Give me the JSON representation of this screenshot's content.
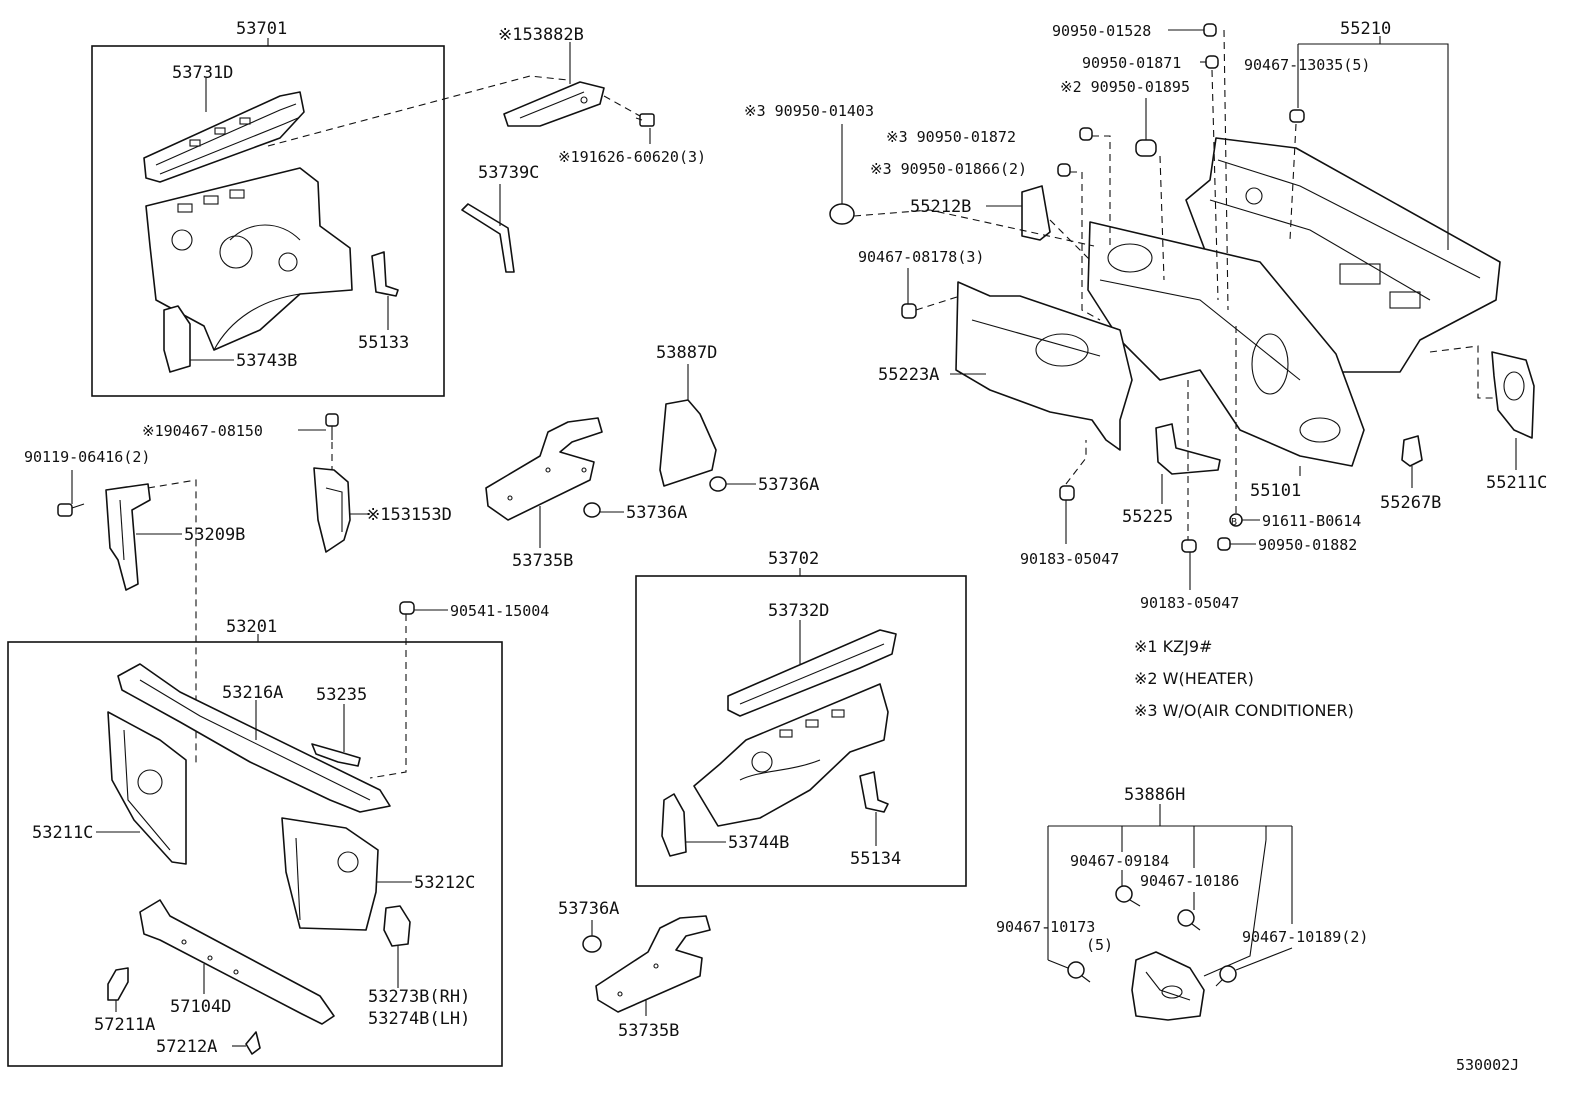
{
  "callouts": {
    "p53701": "53701",
    "p53731D": "53731D",
    "p153882B": "※153882B",
    "p91626": "※191626-60620(3)",
    "p53739C": "53739C",
    "p55133": "55133",
    "p53743B": "53743B",
    "p9095001403": "※3 90950-01403",
    "p9095001528": "90950-01528",
    "p9095001871": "90950-01871",
    "p9095001895": "※2 90950-01895",
    "p9095001872": "※3 90950-01872",
    "p9095001866": "※3 90950-01866(2)",
    "p55210": "55210",
    "p9046713035": "90467-13035(5)",
    "p55212B": "55212B",
    "p9046708178": "90467-08178(3)",
    "p55223A": "55223A",
    "p53887D": "53887D",
    "p53736A_a": "53736A",
    "p53736A_b": "53736A",
    "p53735B_a": "53735B",
    "p9046708150": "※190467-08150",
    "p9011906416": "90119-06416(2)",
    "p53209B": "53209B",
    "p153153D": "※153153D",
    "p55225": "55225",
    "p55101": "55101",
    "p55267B": "55267B",
    "p55211C": "55211C",
    "p91611": "91611-B0614",
    "p9095001882": "90950-01882",
    "p9018305047_a": "90183-05047",
    "p9018305047_b": "90183-05047",
    "p9054115004": "90541-15004",
    "p53201": "53201",
    "p53216A": "53216A",
    "p53235": "53235",
    "p53211C": "53211C",
    "p53212C": "53212C",
    "p53273B": "53273B(RH)",
    "p53274B": "53274B(LH)",
    "p57104D": "57104D",
    "p57211A": "57211A",
    "p57212A": "57212A",
    "p53702": "53702",
    "p53732D": "53732D",
    "p53744B": "53744B",
    "p55134": "55134",
    "p53736A_c": "53736A",
    "p53735B_b": "53735B",
    "p53886H": "53886H",
    "p9046709184": "90467-09184",
    "p9046710186": "90467-10186",
    "p9046710173": "90467-10173",
    "p9046710173q": "(5)",
    "p9046710189": "90467-10189(2)"
  },
  "legend": {
    "item1": "※1  KZJ9#",
    "item2": "※2  W(HEATER)",
    "item3": "※3  W/O(AIR CONDITIONER)"
  },
  "circle_b": "B",
  "drawing_number": "530002J"
}
